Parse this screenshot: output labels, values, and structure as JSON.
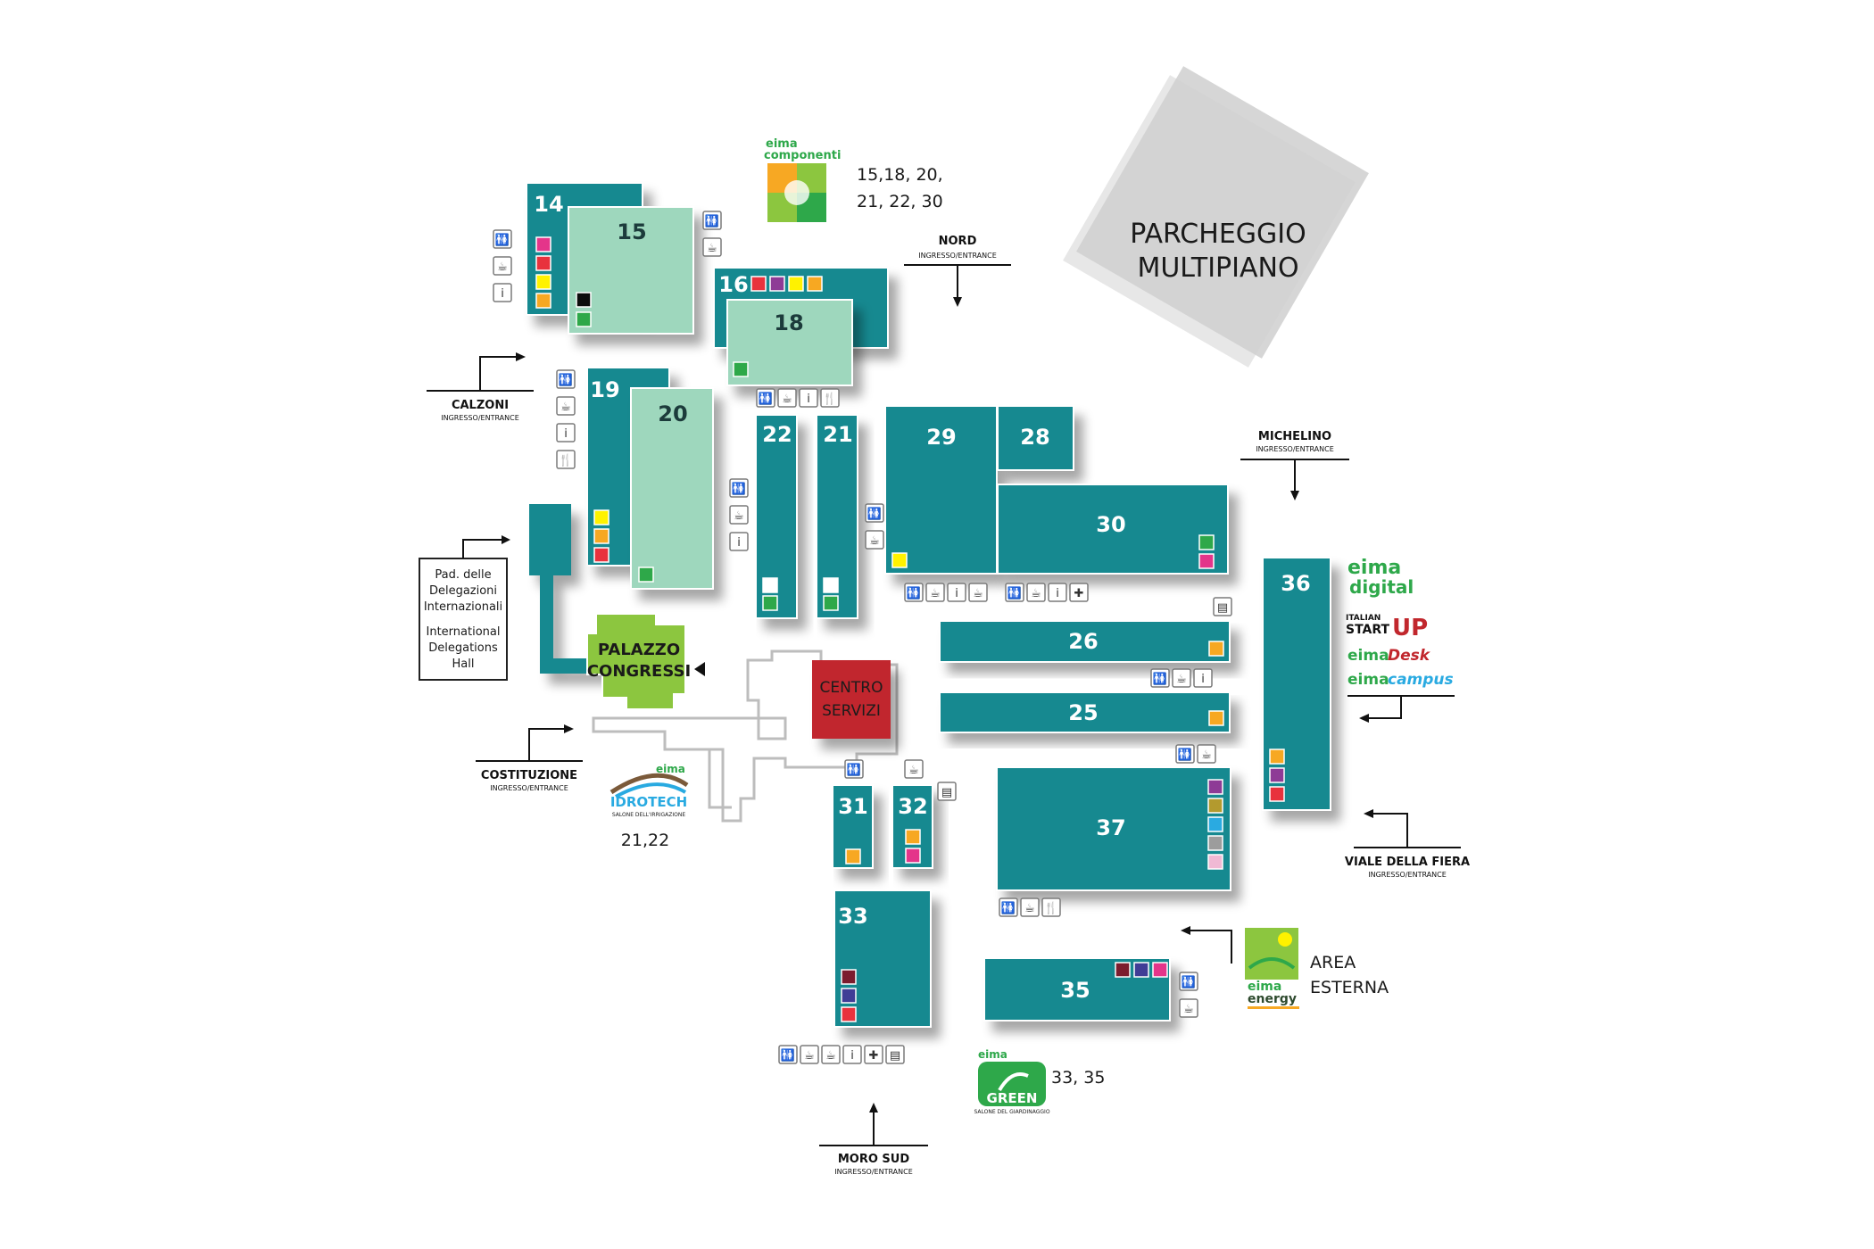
{
  "halls": [
    {
      "number": "14"
    },
    {
      "number": "15"
    },
    {
      "number": "16"
    },
    {
      "number": "18"
    },
    {
      "number": "19"
    },
    {
      "number": "20"
    },
    {
      "number": "22"
    },
    {
      "number": "21"
    },
    {
      "number": "29"
    },
    {
      "number": "28"
    },
    {
      "number": "30"
    },
    {
      "number": "36"
    },
    {
      "number": "26"
    },
    {
      "number": "25"
    },
    {
      "number": "31"
    },
    {
      "number": "32"
    },
    {
      "number": "37"
    },
    {
      "number": "33"
    },
    {
      "number": "35"
    }
  ],
  "buildings": {
    "parking_line1": "PARCHEGGIO",
    "parking_line2": "MULTIPIANO",
    "palazzo_line1": "PALAZZO",
    "palazzo_line2": "CONGRESSI",
    "centro_line1": "CENTRO",
    "centro_line2": "SERVIZI",
    "delegations": [
      "Pad. delle",
      "Delegazioni",
      "Internazionali",
      "International",
      "Delegations",
      "Hall"
    ]
  },
  "entrances": {
    "sub": "INGRESSO/ENTRANCE",
    "nord": "NORD",
    "calzoni": "CALZONI",
    "michelino": "MICHELINO",
    "costituzione": "COSTITUZIONE",
    "viale": "VIALE DELLA FIERA",
    "moro": "MORO SUD"
  },
  "logos": {
    "eima": "eima",
    "componenti": "componenti",
    "componenti_halls_1": "15,18, 20,",
    "componenti_halls_2": "21, 22, 30",
    "idrotech": "IDROTECH",
    "idrotech_sub": "SALONE DELL'IRRIGAZIONE",
    "idrotech_halls": "21,22",
    "green": "GREEN",
    "green_sub": "SALONE DEL GIARDINAGGIO",
    "green_halls": "33, 35",
    "energy": "energy",
    "area_1": "AREA",
    "area_2": "ESTERNA",
    "digital": "digital",
    "italian": "ITALIAN",
    "start": "START",
    "up": "UP",
    "desk": "Desk",
    "campus": "campus"
  },
  "icon_types": [
    "restroom-icon",
    "cafe-icon",
    "info-icon",
    "restaurant-icon",
    "atm-icon",
    "first-aid-icon"
  ],
  "colors": {
    "hall_teal": "#168990",
    "hall_light": "#9ed7bd",
    "palazzo": "#8cc63f",
    "centro": "#c1272d",
    "parking": "#d4d4d4",
    "sector_pink": "#e4348a",
    "sector_red": "#e8323c",
    "sector_yellow": "#fff200",
    "sector_orange": "#f7a823",
    "sector_green": "#2ea84a",
    "sector_purple": "#8e3a96",
    "sector_olive": "#b39a2e",
    "sector_cyan": "#29aae1",
    "sector_grey": "#9c9c9c",
    "sector_lightpink": "#f0b9d4",
    "sector_maroon": "#7b1c2e",
    "sector_indigo": "#403d96",
    "sector_black": "#111111",
    "sector_white": "#ffffff"
  }
}
